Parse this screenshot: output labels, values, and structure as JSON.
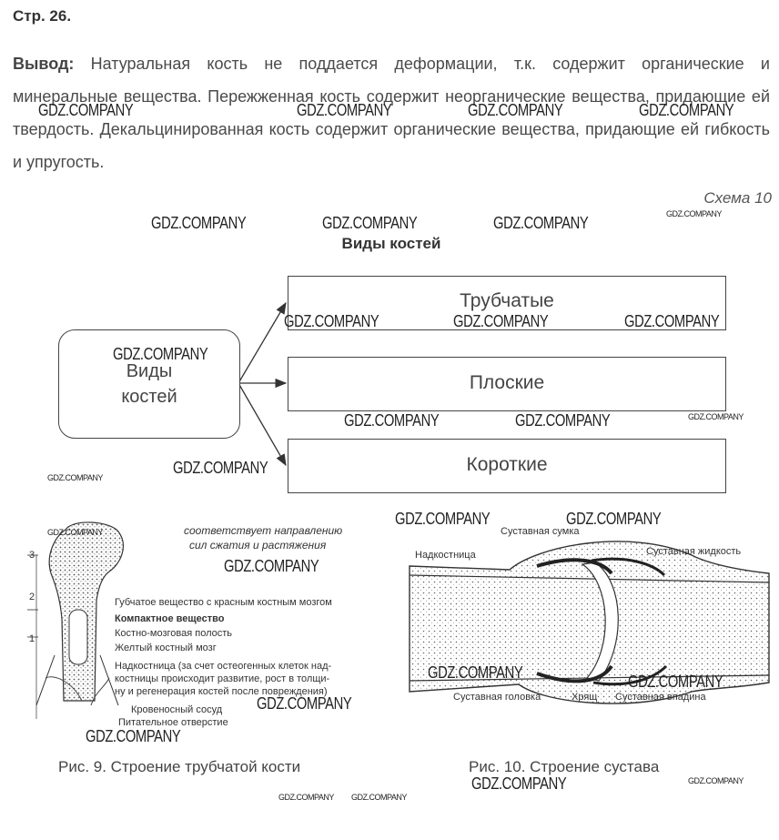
{
  "page": {
    "number": "Стр. 26."
  },
  "conclusion": {
    "label": "Вывод:",
    "text": "Натуральная кость не поддается деформации, т.к. содержит органические и минеральные вещества. Пережженная кость содержит неорганические вещества, придающие ей твердость. Декальцинированная кость содержит органические вещества, придающие ей гибкость и упругость."
  },
  "scheme": {
    "label": "Схема 10",
    "title": "Виды костей",
    "source_line1": "Виды",
    "source_line2": "костей",
    "targets": [
      "Трубчатые",
      "Плоские",
      "Короткие"
    ]
  },
  "fig9": {
    "top_text1": "соответствует направлению",
    "top_text2": "сил сжатия и растяжения",
    "labels": {
      "spongy": "Губчатое вещество с красным костным мозгом",
      "compact": "Компактное вещество",
      "cavity": "Костно-мозговая полость",
      "yellow": "Желтый костный мозг",
      "periost1": "Надкостница (за счет остеогенных клеток над-",
      "periost2": "костницы происходит развитие, рост в толщи-",
      "periost3": "ну и регенерация костей после повреждения)",
      "vessel": "Кровеносный сосуд",
      "foramen": "Питательное отверстие"
    },
    "numbers": [
      "3",
      "2",
      "1"
    ],
    "caption": "Рис. 9. Строение трубчатой кости"
  },
  "fig10": {
    "labels": {
      "capsule": "Суставная сумка",
      "fluid": "Суставная жидкость",
      "periost": "Надкостница",
      "head": "Суставная головка",
      "cartilage": "Хрящ",
      "socket": "Суставная впадина"
    },
    "caption": "Рис. 10. Строение сустава"
  },
  "watermark": {
    "text": "GDZ.COMPANY"
  },
  "colors": {
    "text": "#444444",
    "border": "#444444",
    "background": "#ffffff"
  }
}
